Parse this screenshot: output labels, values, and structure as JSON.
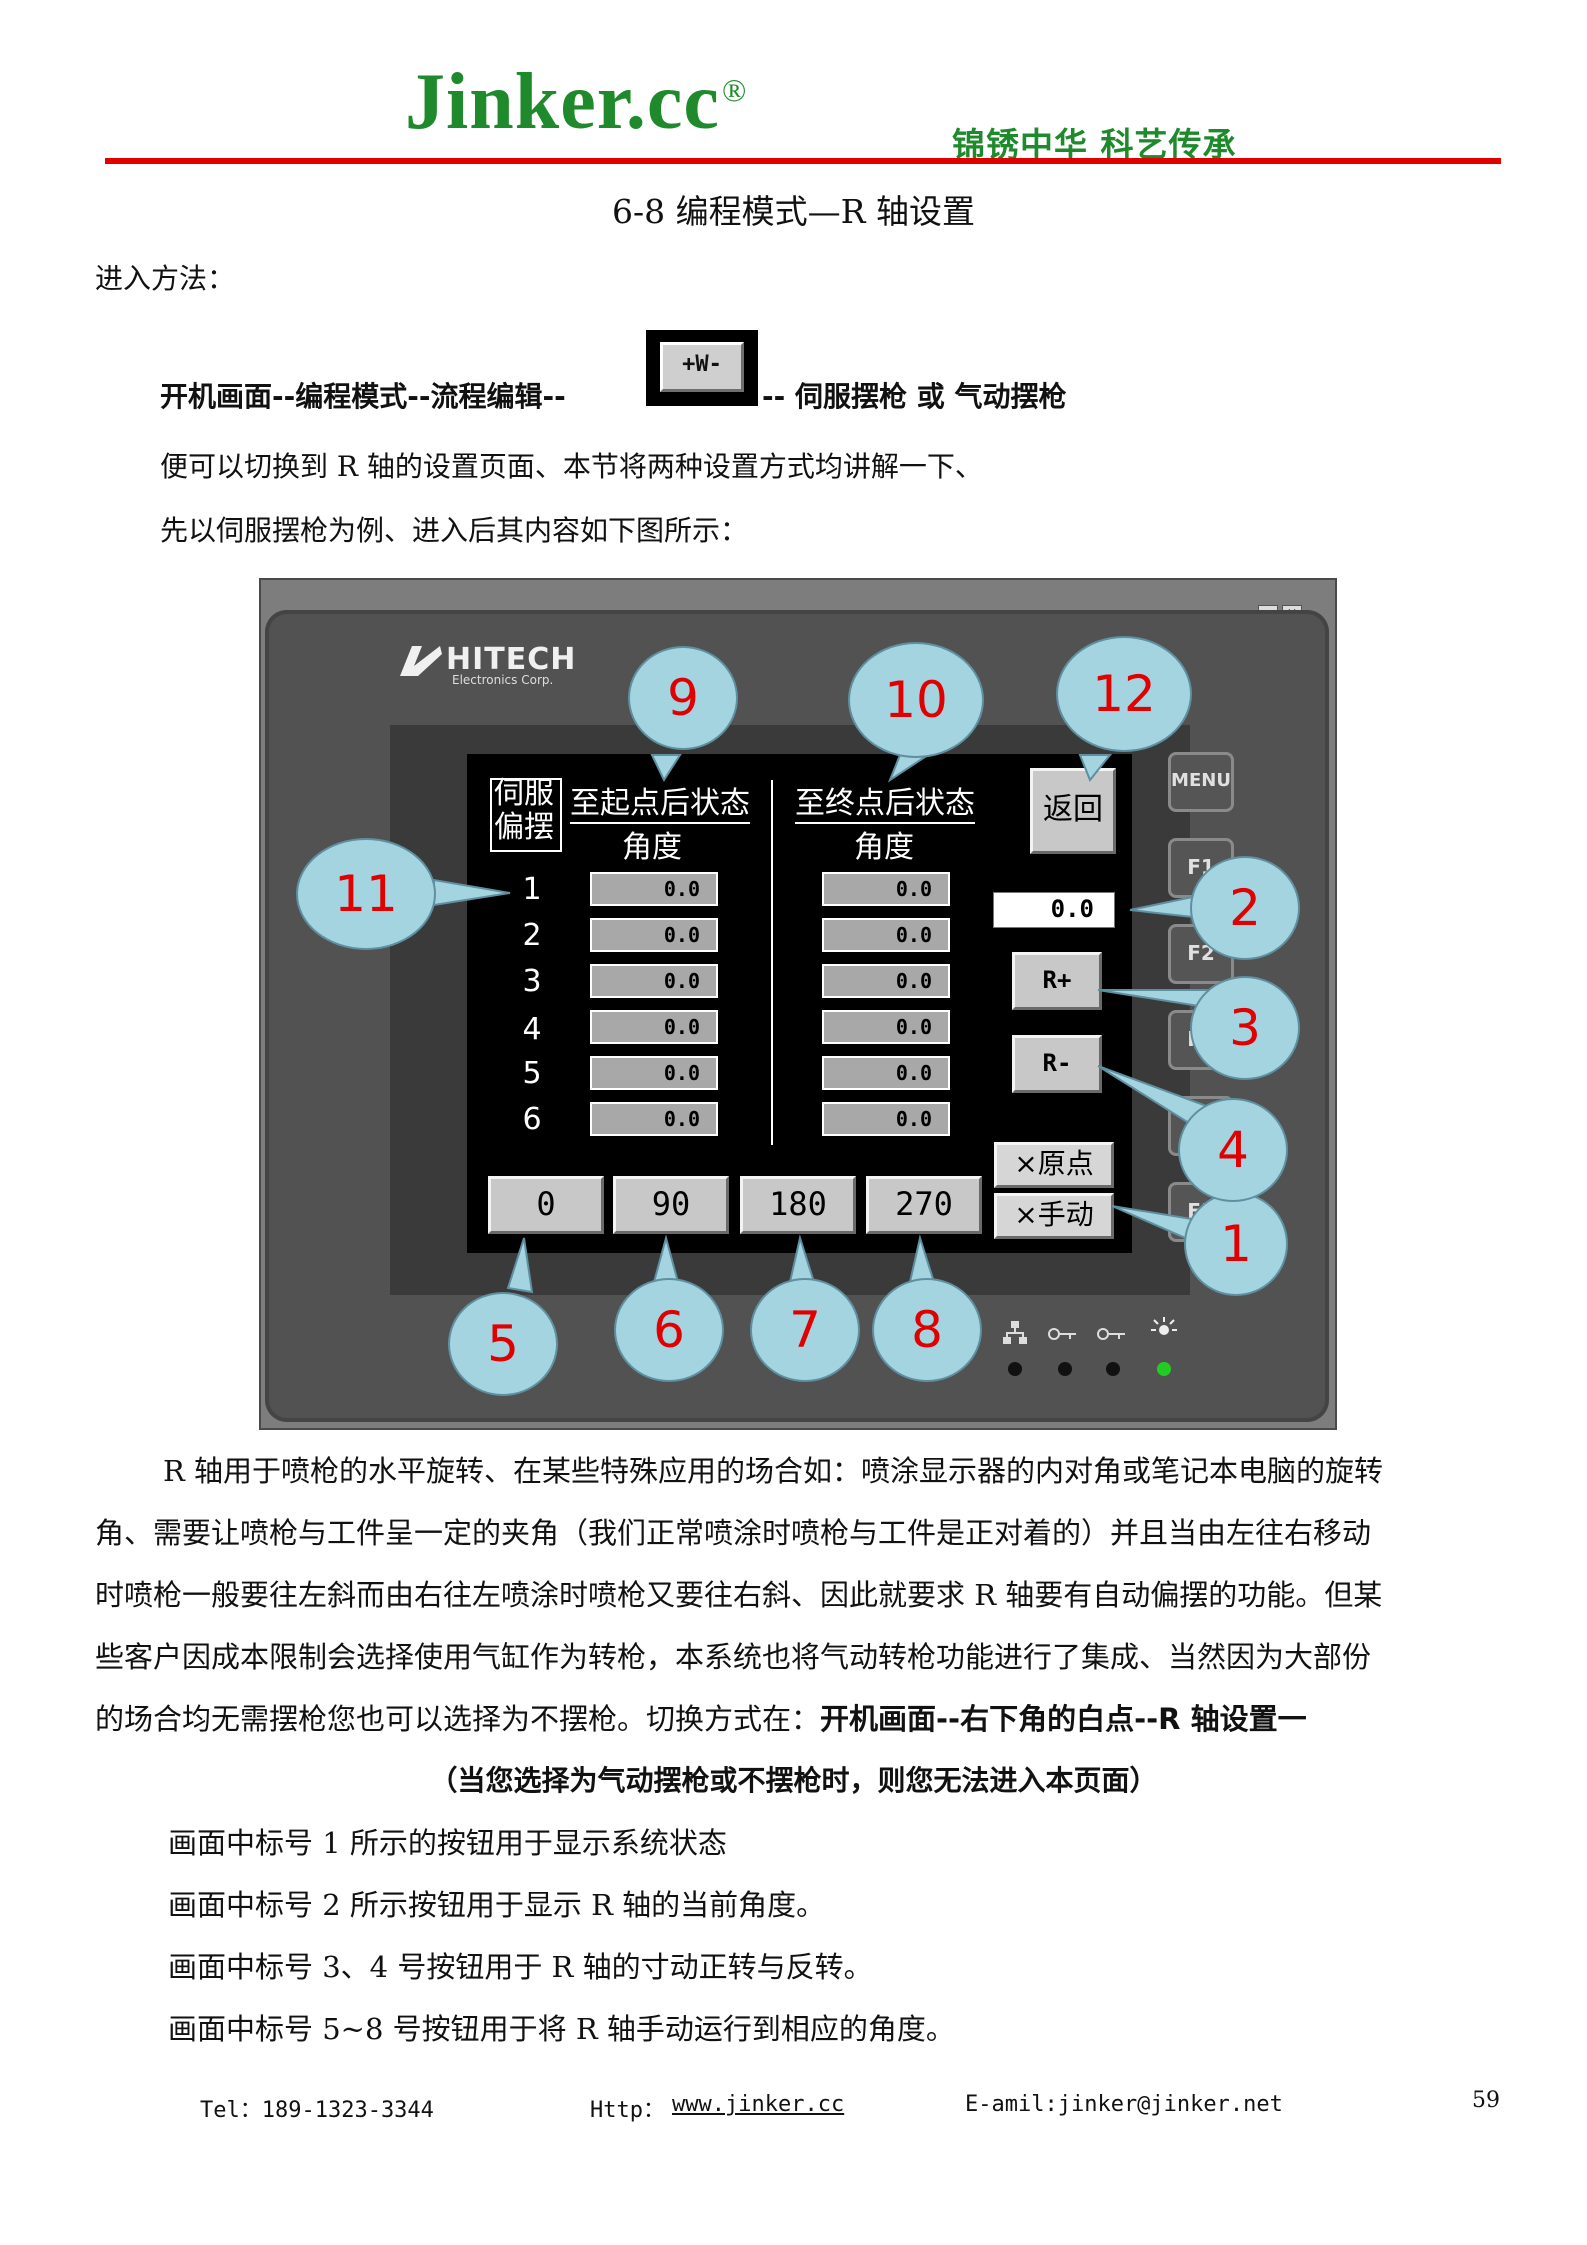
{
  "header": {
    "logo": "Jinker.cc",
    "logo_reg": "®",
    "slogan": "锦锈中华 科艺传承"
  },
  "title": "6-8 编程模式—R 轴设置",
  "intro": {
    "enter_method": "进入方法：",
    "path_left": "开机画面--编程模式--流程编辑--",
    "path_button": "+W-",
    "path_right": "-- 伺服摆枪 或 气动摆枪",
    "line1": "便可以切换到 R 轴的设置页面、本节将两种设置方式均讲解一下、",
    "line2": "先以伺服摆枪为例、进入后其内容如下图所示："
  },
  "hmi": {
    "brand": "HITECH",
    "brand_sub": "Electronics Corp.",
    "window_buttons": [
      "▬",
      "✕"
    ],
    "mode_label_line1": "伺服",
    "mode_label_line2": "偏摆",
    "start_header": "至起点后状态",
    "end_header": "至终点后状态",
    "angle_label": "角度",
    "rows": [
      "1",
      "2",
      "3",
      "4",
      "5",
      "6"
    ],
    "start_values": [
      "0.0",
      "0.0",
      "0.0",
      "0.0",
      "0.0",
      "0.0"
    ],
    "end_values": [
      "0.0",
      "0.0",
      "0.0",
      "0.0",
      "0.0",
      "0.0"
    ],
    "return_button": "返回",
    "current_angle": "0.0",
    "r_plus": "R+",
    "r_minus": "R-",
    "status_origin": "×原点",
    "status_manual": "×手动",
    "angle_buttons": [
      "0",
      "90",
      "180",
      "270"
    ],
    "side_keys": [
      "MENU",
      "F1",
      "F2",
      "F3",
      "F4",
      "F5"
    ],
    "callouts": [
      "1",
      "2",
      "3",
      "4",
      "5",
      "6",
      "7",
      "8",
      "9",
      "10",
      "11",
      "12"
    ],
    "bubble_color": "#a3d4e0",
    "number_color": "#e00000",
    "led_on_color": "#22cc22"
  },
  "body": {
    "p1_l1": "R 轴用于喷枪的水平旋转、在某些特殊应用的场合如：喷涂显示器的内对角或笔记本电脑的旋转",
    "p1_l2": "角、需要让喷枪与工件呈一定的夹角（我们正常喷涂时喷枪与工件是正对着的）并且当由左往右移动",
    "p1_l3": "时喷枪一般要往左斜而由右往左喷涂时喷枪又要往右斜、因此就要求 R 轴要有自动偏摆的功能。但某",
    "p1_l4": "些客户因成本限制会选择使用气缸作为转枪，本系统也将气动转枪功能进行了集成、当然因为大部份",
    "p1_l5_normal": "的场合均无需摆枪您也可以选择为不摆枪。切换方式在：",
    "p1_l5_bold": "开机画面--右下角的白点--R 轴设置一",
    "note": "（当您选择为气动摆枪或不摆枪时，则您无法进入本页面）",
    "item1": "画面中标号 1 所示的按钮用于显示系统状态",
    "item2": "画面中标号 2 所示按钮用于显示 R 轴的当前角度。",
    "item3": "画面中标号 3、4 号按钮用于 R 轴的寸动正转与反转。",
    "item4": "画面中标号 5~8 号按钮用于将 R 轴手动运行到相应的角度。"
  },
  "footer": {
    "tel": "Tel：189-1323-3344",
    "http_label": "Http：",
    "http_link": "www.jinker.cc",
    "email": "E-amil:jinker@jinker.net",
    "page": "59"
  }
}
